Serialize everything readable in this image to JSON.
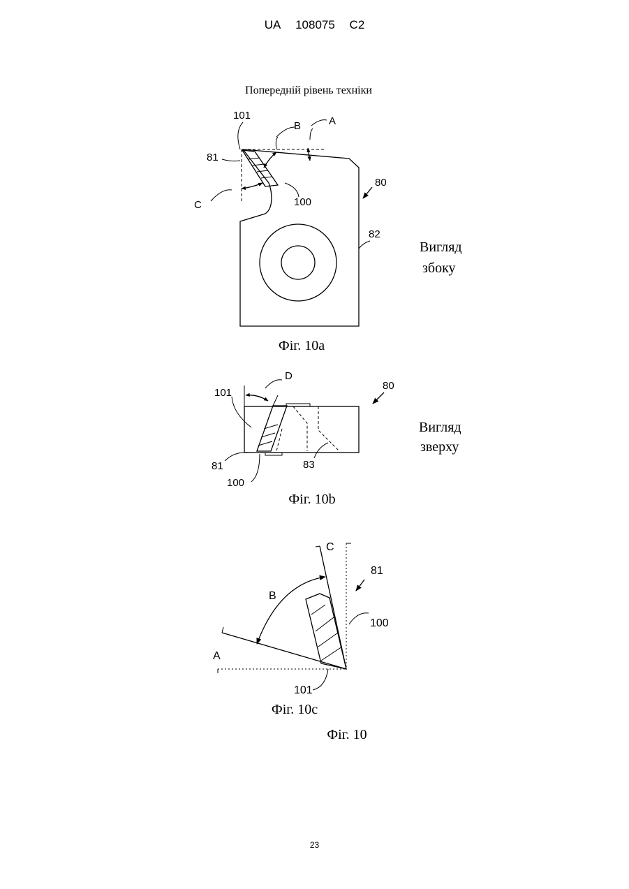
{
  "header": {
    "country": "UA",
    "number": "108075",
    "kind": "C2"
  },
  "prior_art_caption": "Попередній рівень техніки",
  "fig10a": {
    "labels": {
      "l101": "101",
      "lB": "B",
      "lA": "A",
      "l81": "81",
      "l80": "80",
      "lC": "C",
      "l100": "100",
      "l82": "82"
    },
    "view": [
      "Вигляд",
      "збоку"
    ],
    "caption": "Фіг. 10a"
  },
  "fig10b": {
    "labels": {
      "lD": "D",
      "l101": "101",
      "l80": "80",
      "l81": "81",
      "l83": "83",
      "l100": "100"
    },
    "view": [
      "Вигляд",
      "зверху"
    ],
    "caption": "Фіг. 10b"
  },
  "fig10c": {
    "labels": {
      "lC": "C",
      "l81": "81",
      "lB": "B",
      "l100": "100",
      "lA": "A",
      "l101": "101"
    },
    "caption": "Фіг. 10c"
  },
  "figure_caption": "Фіг. 10",
  "page_number": "23"
}
